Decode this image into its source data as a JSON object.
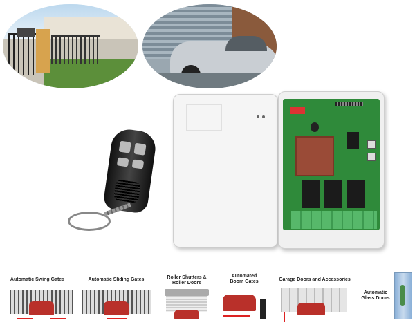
{
  "applications": [
    {
      "label": "Automatic Swing Gates",
      "icon": "swing-gate-icon"
    },
    {
      "label": "Automatic Sliding Gates",
      "icon": "sliding-gate-icon"
    },
    {
      "label": "Roller Shutters &\nRoller Doors",
      "icon": "roller-door-icon"
    },
    {
      "label": "Automated\nBoom Gates",
      "icon": "boom-gate-icon"
    },
    {
      "label": "Garage Doors and Accessories",
      "icon": "garage-door-icon"
    },
    {
      "label": "Automatic\nGlass Doors",
      "icon": "glass-door-icon"
    }
  ],
  "colors": {
    "pcb": "#2f8a3a",
    "terminal": "#57b86a",
    "transformer": "#9a4b37",
    "relay": "#1b1b1b",
    "enclosure": "#f2f2f2",
    "remote_body": "#2a2a2a",
    "arrow": "#d22222"
  },
  "product_images": [
    {
      "name": "swing-gate-photo"
    },
    {
      "name": "garage-car-photo"
    },
    {
      "name": "receiver-enclosure"
    },
    {
      "name": "key-fob-remote"
    }
  ]
}
